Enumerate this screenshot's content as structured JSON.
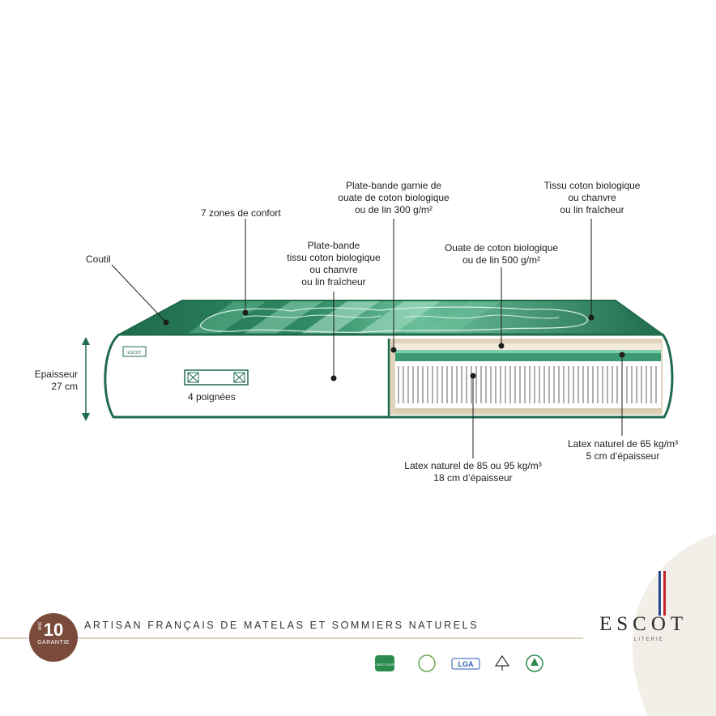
{
  "labels": {
    "coutil": [
      "Coutil"
    ],
    "zones": [
      "7 zones de confort"
    ],
    "plate_bande_garnie": [
      "Plate-bande garnie de",
      "ouate de coton biologique",
      "ou de lin 300 g/m²"
    ],
    "tissu_coton": [
      "Tissu coton biologique",
      "ou chanvre",
      "ou lin fraîcheur"
    ],
    "plate_bande": [
      "Plate-bande",
      "tissu coton biologique",
      "ou chanvre",
      "ou lin fraîcheur"
    ],
    "ouate_coton": [
      "Ouate de coton biologique",
      "ou de lin 500 g/m²"
    ],
    "epaisseur": [
      "Epaisseur",
      "27 cm"
    ],
    "poignees": [
      "4 poignées"
    ],
    "latex_65": [
      "Latex naturel de 65 kg/m³",
      "5 cm d’épaisseur"
    ],
    "latex_85": [
      "Latex naturel de 85 ou 95 kg/m³",
      "18 cm d’épaisseur"
    ]
  },
  "footer": {
    "tagline": "ARTISAN FRANÇAIS DE MATELAS ET SOMMIERS NATURELS",
    "brand": "ESCOT",
    "brand_sub": "LITERIE",
    "warranty_number": "10",
    "warranty_years": "ANS",
    "warranty_text": "GARANTIE",
    "label_tag": "ESCOT"
  },
  "certifications": [
    "OEKO TEX®",
    "GOOD FOR ECO STANDARD",
    "LGA",
    "FSC",
    "GOTS ORGANIC"
  ],
  "colors": {
    "green_dark": "#1f6b4c",
    "green_mid": "#3b9a74",
    "green_light": "#7fcfae",
    "beige": "#e0d3bc",
    "brown_badge": "#7a4a3a",
    "flag_blue": "#1d3f8f",
    "flag_red": "#c8202f"
  }
}
